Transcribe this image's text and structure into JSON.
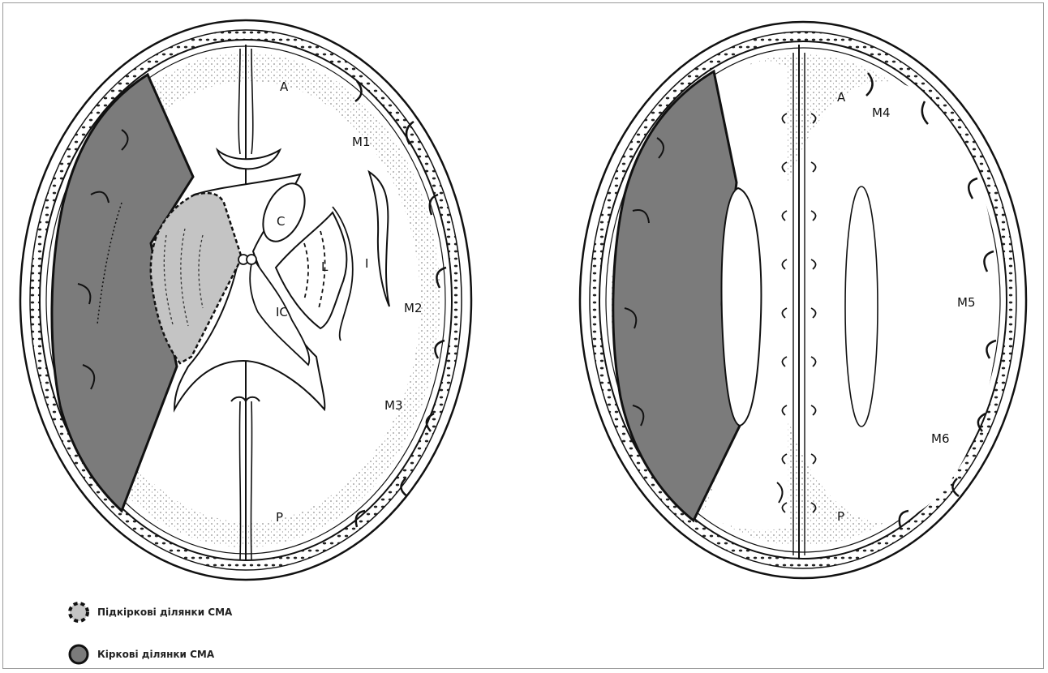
{
  "colors": {
    "cortical_fill": "#7b7b7b",
    "subcortical_fill": "#c4c4c4",
    "outline": "#111111",
    "background": "#ffffff"
  },
  "left_section": {
    "labels": {
      "A": "A",
      "M1": "M1",
      "C": "C",
      "L": "L",
      "I": "I",
      "M2": "M2",
      "IC": "IC",
      "M3": "M3",
      "P": "P"
    }
  },
  "right_section": {
    "labels": {
      "A": "A",
      "M4": "M4",
      "M5": "M5",
      "M6": "M6",
      "P": "P"
    }
  },
  "legend": {
    "subcortical": {
      "label": "Підкіркові ділянки СМА",
      "icon": "dashed-light-gray-circle-icon"
    },
    "cortical": {
      "label": "Кіркові ділянки СМА",
      "icon": "dark-gray-circle-icon"
    }
  }
}
